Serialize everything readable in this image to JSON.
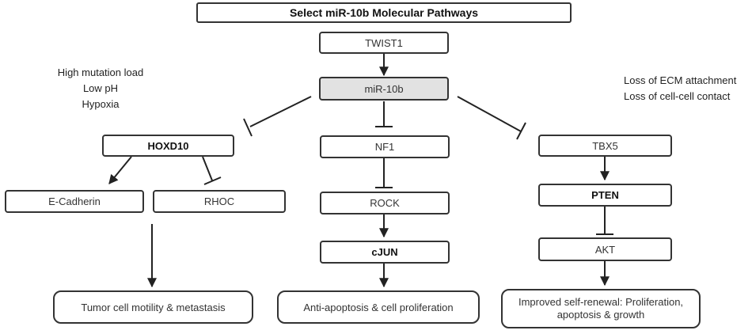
{
  "title": "Select miR-10b Molecular Pathways",
  "nodes": {
    "twist1": "TWIST1",
    "mir10b": "miR-10b",
    "hoxd10": "HOXD10",
    "ecadherin": "E-Cadherin",
    "rhoc": "RHOC",
    "nf1": "NF1",
    "rock": "ROCK",
    "cjun": "cJUN",
    "tbx5": "TBX5",
    "pten": "PTEN",
    "akt": "AKT"
  },
  "outcomes": {
    "left": "Tumor cell motility & metastasis",
    "center": "Anti-apoptosis & cell proliferation",
    "right": "Improved self-renewal: Proliferation, apoptosis & growth"
  },
  "notes_left": [
    "High mutation load",
    "Low pH",
    "Hypoxia"
  ],
  "notes_right": [
    "Loss of ECM attachment",
    "Loss of cell-cell contact"
  ],
  "edges": [
    {
      "from": "twist1",
      "to": "mir10b",
      "type": "activation"
    },
    {
      "from": "mir10b",
      "to": "hoxd10",
      "type": "inhibition"
    },
    {
      "from": "mir10b",
      "to": "nf1",
      "type": "inhibition"
    },
    {
      "from": "mir10b",
      "to": "tbx5",
      "type": "inhibition"
    },
    {
      "from": "hoxd10",
      "to": "ecadherin",
      "type": "activation"
    },
    {
      "from": "hoxd10",
      "to": "rhoc",
      "type": "inhibition"
    },
    {
      "from": "rhoc",
      "to": "left_outcome",
      "type": "activation"
    },
    {
      "from": "nf1",
      "to": "rock",
      "type": "inhibition"
    },
    {
      "from": "rock",
      "to": "cjun",
      "type": "activation"
    },
    {
      "from": "cjun",
      "to": "center_outcome",
      "type": "activation"
    },
    {
      "from": "tbx5",
      "to": "pten",
      "type": "activation"
    },
    {
      "from": "pten",
      "to": "akt",
      "type": "inhibition"
    },
    {
      "from": "akt",
      "to": "right_outcome",
      "type": "activation"
    }
  ]
}
